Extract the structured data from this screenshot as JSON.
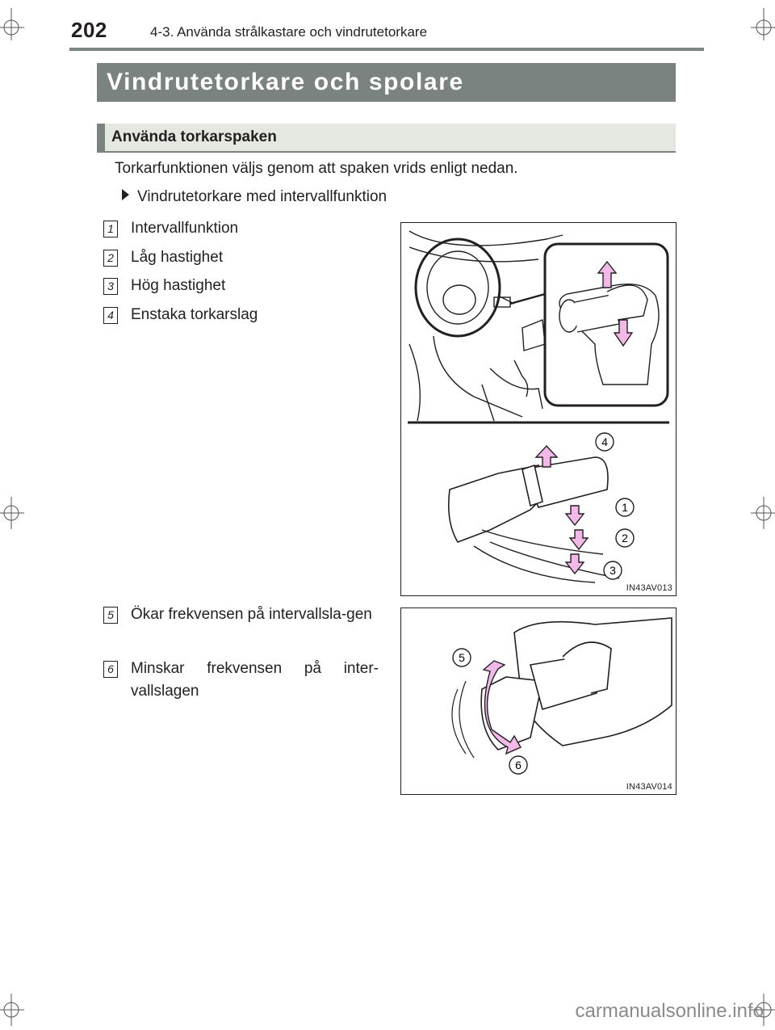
{
  "header": {
    "page_number": "202",
    "running_header": "4-3. Använda strålkastare och vindrutetorkare"
  },
  "section": {
    "title": "Vindrutetorkare och spolare",
    "subheading": "Använda torkarspaken",
    "intro": "Torkarfunktionen väljs genom att spaken vrids enligt nedan.",
    "bullet": "Vindrutetorkare med intervallfunktion"
  },
  "items": [
    {
      "num": "1",
      "text": "Intervallfunktion"
    },
    {
      "num": "2",
      "text": "Låg hastighet"
    },
    {
      "num": "3",
      "text": "Hög hastighet"
    },
    {
      "num": "4",
      "text": "Enstaka torkarslag"
    },
    {
      "num": "5",
      "text": "Ökar frekvensen på intervallsla-gen"
    },
    {
      "num": "6",
      "text": "Minskar frekvensen på inter-vallslagen"
    }
  ],
  "figures": [
    {
      "code": "IN43AV013",
      "callouts": [
        "4",
        "1",
        "2",
        "3"
      ]
    },
    {
      "code": "IN43AV014",
      "callouts": [
        "5",
        "6"
      ]
    }
  ],
  "footer": {
    "watermark": "carmanualsonline.info"
  },
  "colors": {
    "title_bar": "#7a8380",
    "subhead_bg": "#e5e8e1",
    "arrow_fill": "#f2b8e8",
    "text": "#231f20"
  }
}
